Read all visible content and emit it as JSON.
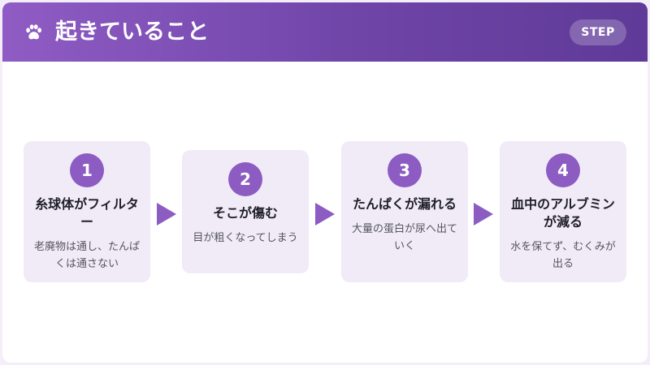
{
  "header": {
    "title": "起きていること",
    "badge": "STEP",
    "icon": "paw-icon"
  },
  "steps": [
    {
      "number": "1",
      "title": "糸球体がフィルター",
      "description": "老廃物は通し、たんぱくは通さない"
    },
    {
      "number": "2",
      "title": "そこが傷む",
      "description": "目が粗くなってしまう"
    },
    {
      "number": "3",
      "title": "たんぱくが漏れる",
      "description": "大量の蛋白が尿へ出ていく"
    },
    {
      "number": "4",
      "title": "血中のアルブミンが減る",
      "description": "水を保てず、むくみが出る"
    }
  ],
  "colors": {
    "header_start": "#8f5cc4",
    "header_end": "#5f3a98",
    "accent": "#8c5cc2",
    "card_bg": "#f1ebf8"
  }
}
